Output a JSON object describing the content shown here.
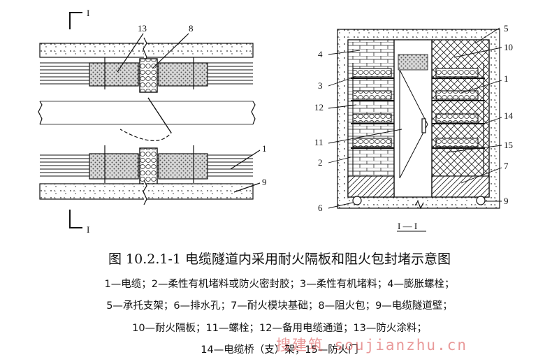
{
  "labels": {
    "section_mark": "I",
    "section_title": "I — I",
    "n1": "1",
    "n2": "2",
    "n3": "3",
    "n4": "4",
    "n5": "5",
    "n6": "6",
    "n7": "7",
    "n8": "8",
    "n9": "9",
    "n10": "10",
    "n11": "11",
    "n12": "12",
    "n13": "13",
    "n14": "14",
    "n15": "15"
  },
  "caption": {
    "title": "图 10.2.1-1   电缆隧道内采用耐火隔板和阻火包封堵示意图",
    "legend": [
      "1—电缆；2—柔性有机堵料或防火密封胶；3—柔性有机堵料；4—膨胀螺栓；",
      "5—承托支架；6—排水孔；7—耐火模块基础；8—阻火包；9—电缆隧道壁；",
      "10—耐火隔板；11—螺栓；12—备用电缆通道；13—防火涂料；",
      "14—电缆桥（支）架；15—防火门"
    ]
  },
  "watermark": "搜建筑 soujianzhu.cn",
  "colors": {
    "ink": "#111111",
    "concrete": "#ffffff",
    "watermark": "#d74646"
  }
}
